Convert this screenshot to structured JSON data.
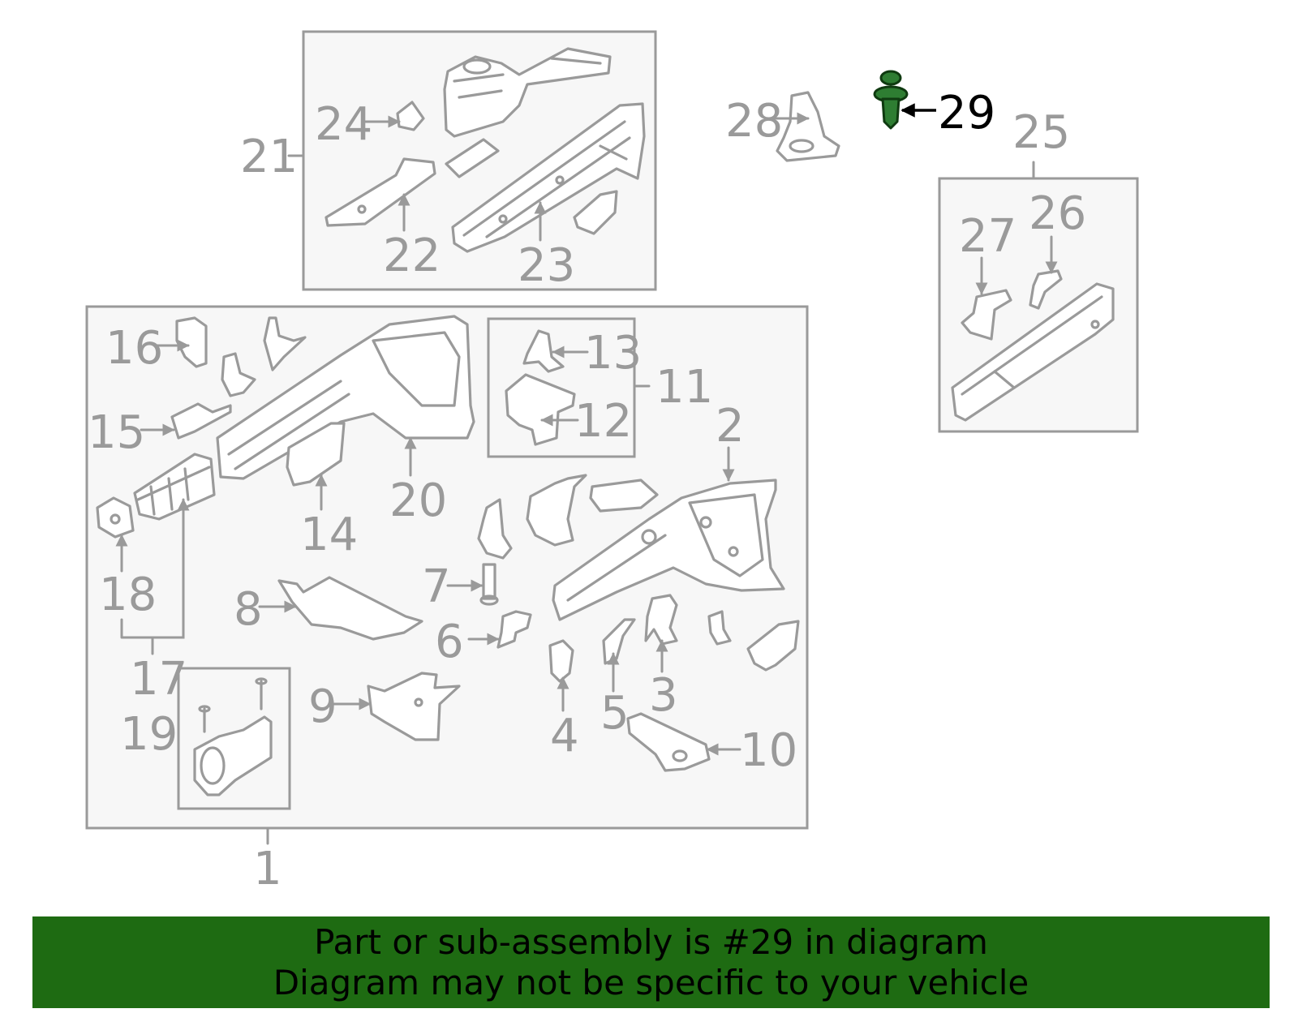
{
  "diagram": {
    "highlighted_callout": "29",
    "callouts": [
      "1",
      "2",
      "3",
      "4",
      "5",
      "6",
      "7",
      "8",
      "9",
      "10",
      "11",
      "12",
      "13",
      "14",
      "15",
      "16",
      "17",
      "18",
      "19",
      "20",
      "21",
      "22",
      "23",
      "24",
      "25",
      "26",
      "27",
      "28",
      "29"
    ]
  },
  "banner": {
    "line1": "Part or sub-assembly is #29 in diagram",
    "line2": "Diagram may not be specific to your vehicle"
  },
  "colors": {
    "banner_bg": "#1e6b12",
    "highlight": "#2e7d32",
    "linework": "#9a9a9a"
  }
}
